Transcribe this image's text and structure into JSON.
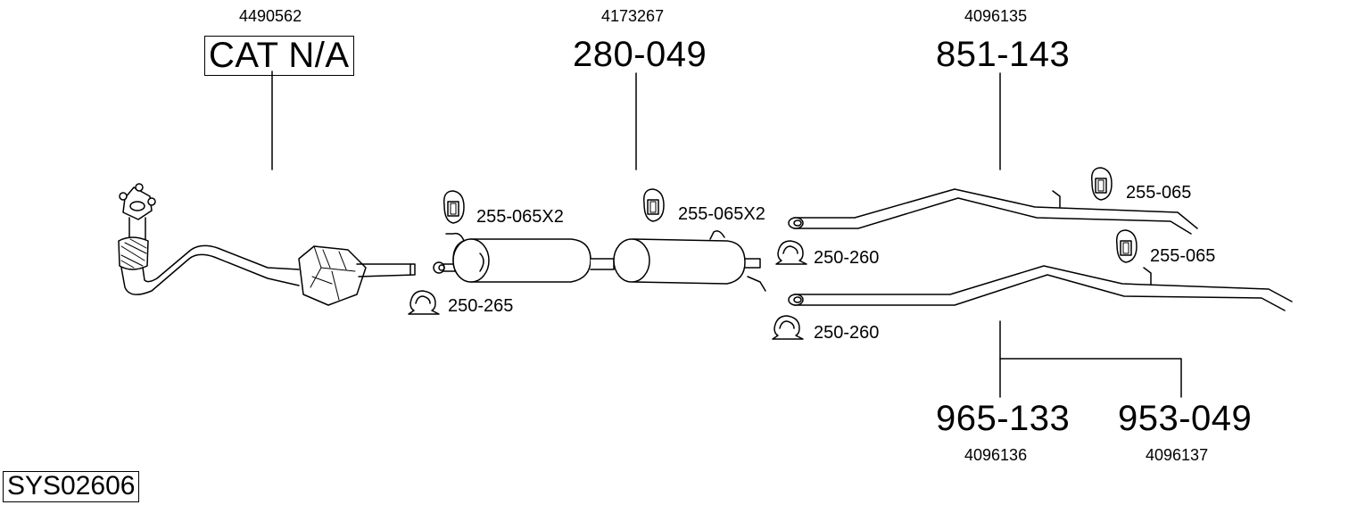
{
  "system_code": "SYS02606",
  "parts": {
    "catalyst": {
      "oem": "4490562",
      "code": "CAT N/A"
    },
    "middle_silencer": {
      "oem": "4173267",
      "code": "280-049"
    },
    "rear_pipe": {
      "oem": "4096135",
      "code": "851-143"
    },
    "rear_pipe_alt_a": {
      "oem": "4096136",
      "code": "965-133"
    },
    "rear_pipe_alt_b": {
      "oem": "4096137",
      "code": "953-049"
    }
  },
  "accessories": {
    "clamp_front": "250-265",
    "hanger_mid_1": "255-065X2",
    "hanger_mid_2": "255-065X2",
    "clamp_rear_1": "250-260",
    "clamp_rear_2": "250-260",
    "hanger_rear_1": "255-065",
    "hanger_rear_2": "255-065"
  }
}
